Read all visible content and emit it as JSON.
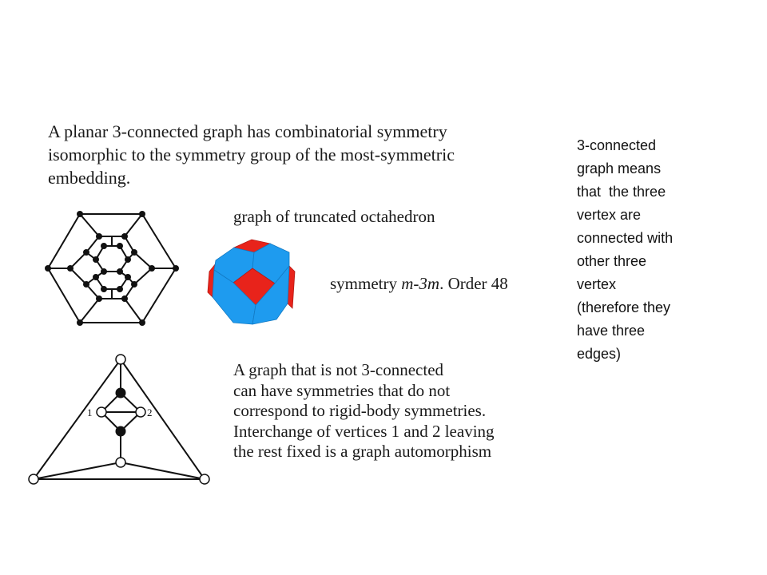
{
  "intro": {
    "lines": [
      "A planar 3-connected graph has combinatorial symmetry",
      "isomorphic to the symmetry group of the most-symmetric",
      "embedding."
    ]
  },
  "truncated_octahedron": {
    "title": "graph of truncated octahedron",
    "symmetry_prefix": "symmetry ",
    "symmetry_symbol": "m-3m",
    "symmetry_suffix": ". Order 48",
    "colors": {
      "square_faces": "#e8231b",
      "hexagon_faces": "#1e9bef"
    }
  },
  "non_three_connected": {
    "lines": [
      "A graph that is not 3-connected",
      "can have symmetries that do not",
      "correspond to rigid-body symmetries.",
      "Interchange of vertices 1 and 2 leaving",
      "the rest fixed is a graph automorphism"
    ],
    "vertex_labels": [
      "1",
      "2"
    ]
  },
  "side_note": {
    "lines": [
      "3-connected",
      "graph means",
      "that  the three",
      "vertex are",
      "connected with",
      "other three",
      "vertex",
      "(therefore they",
      "have three",
      "edges)"
    ]
  }
}
